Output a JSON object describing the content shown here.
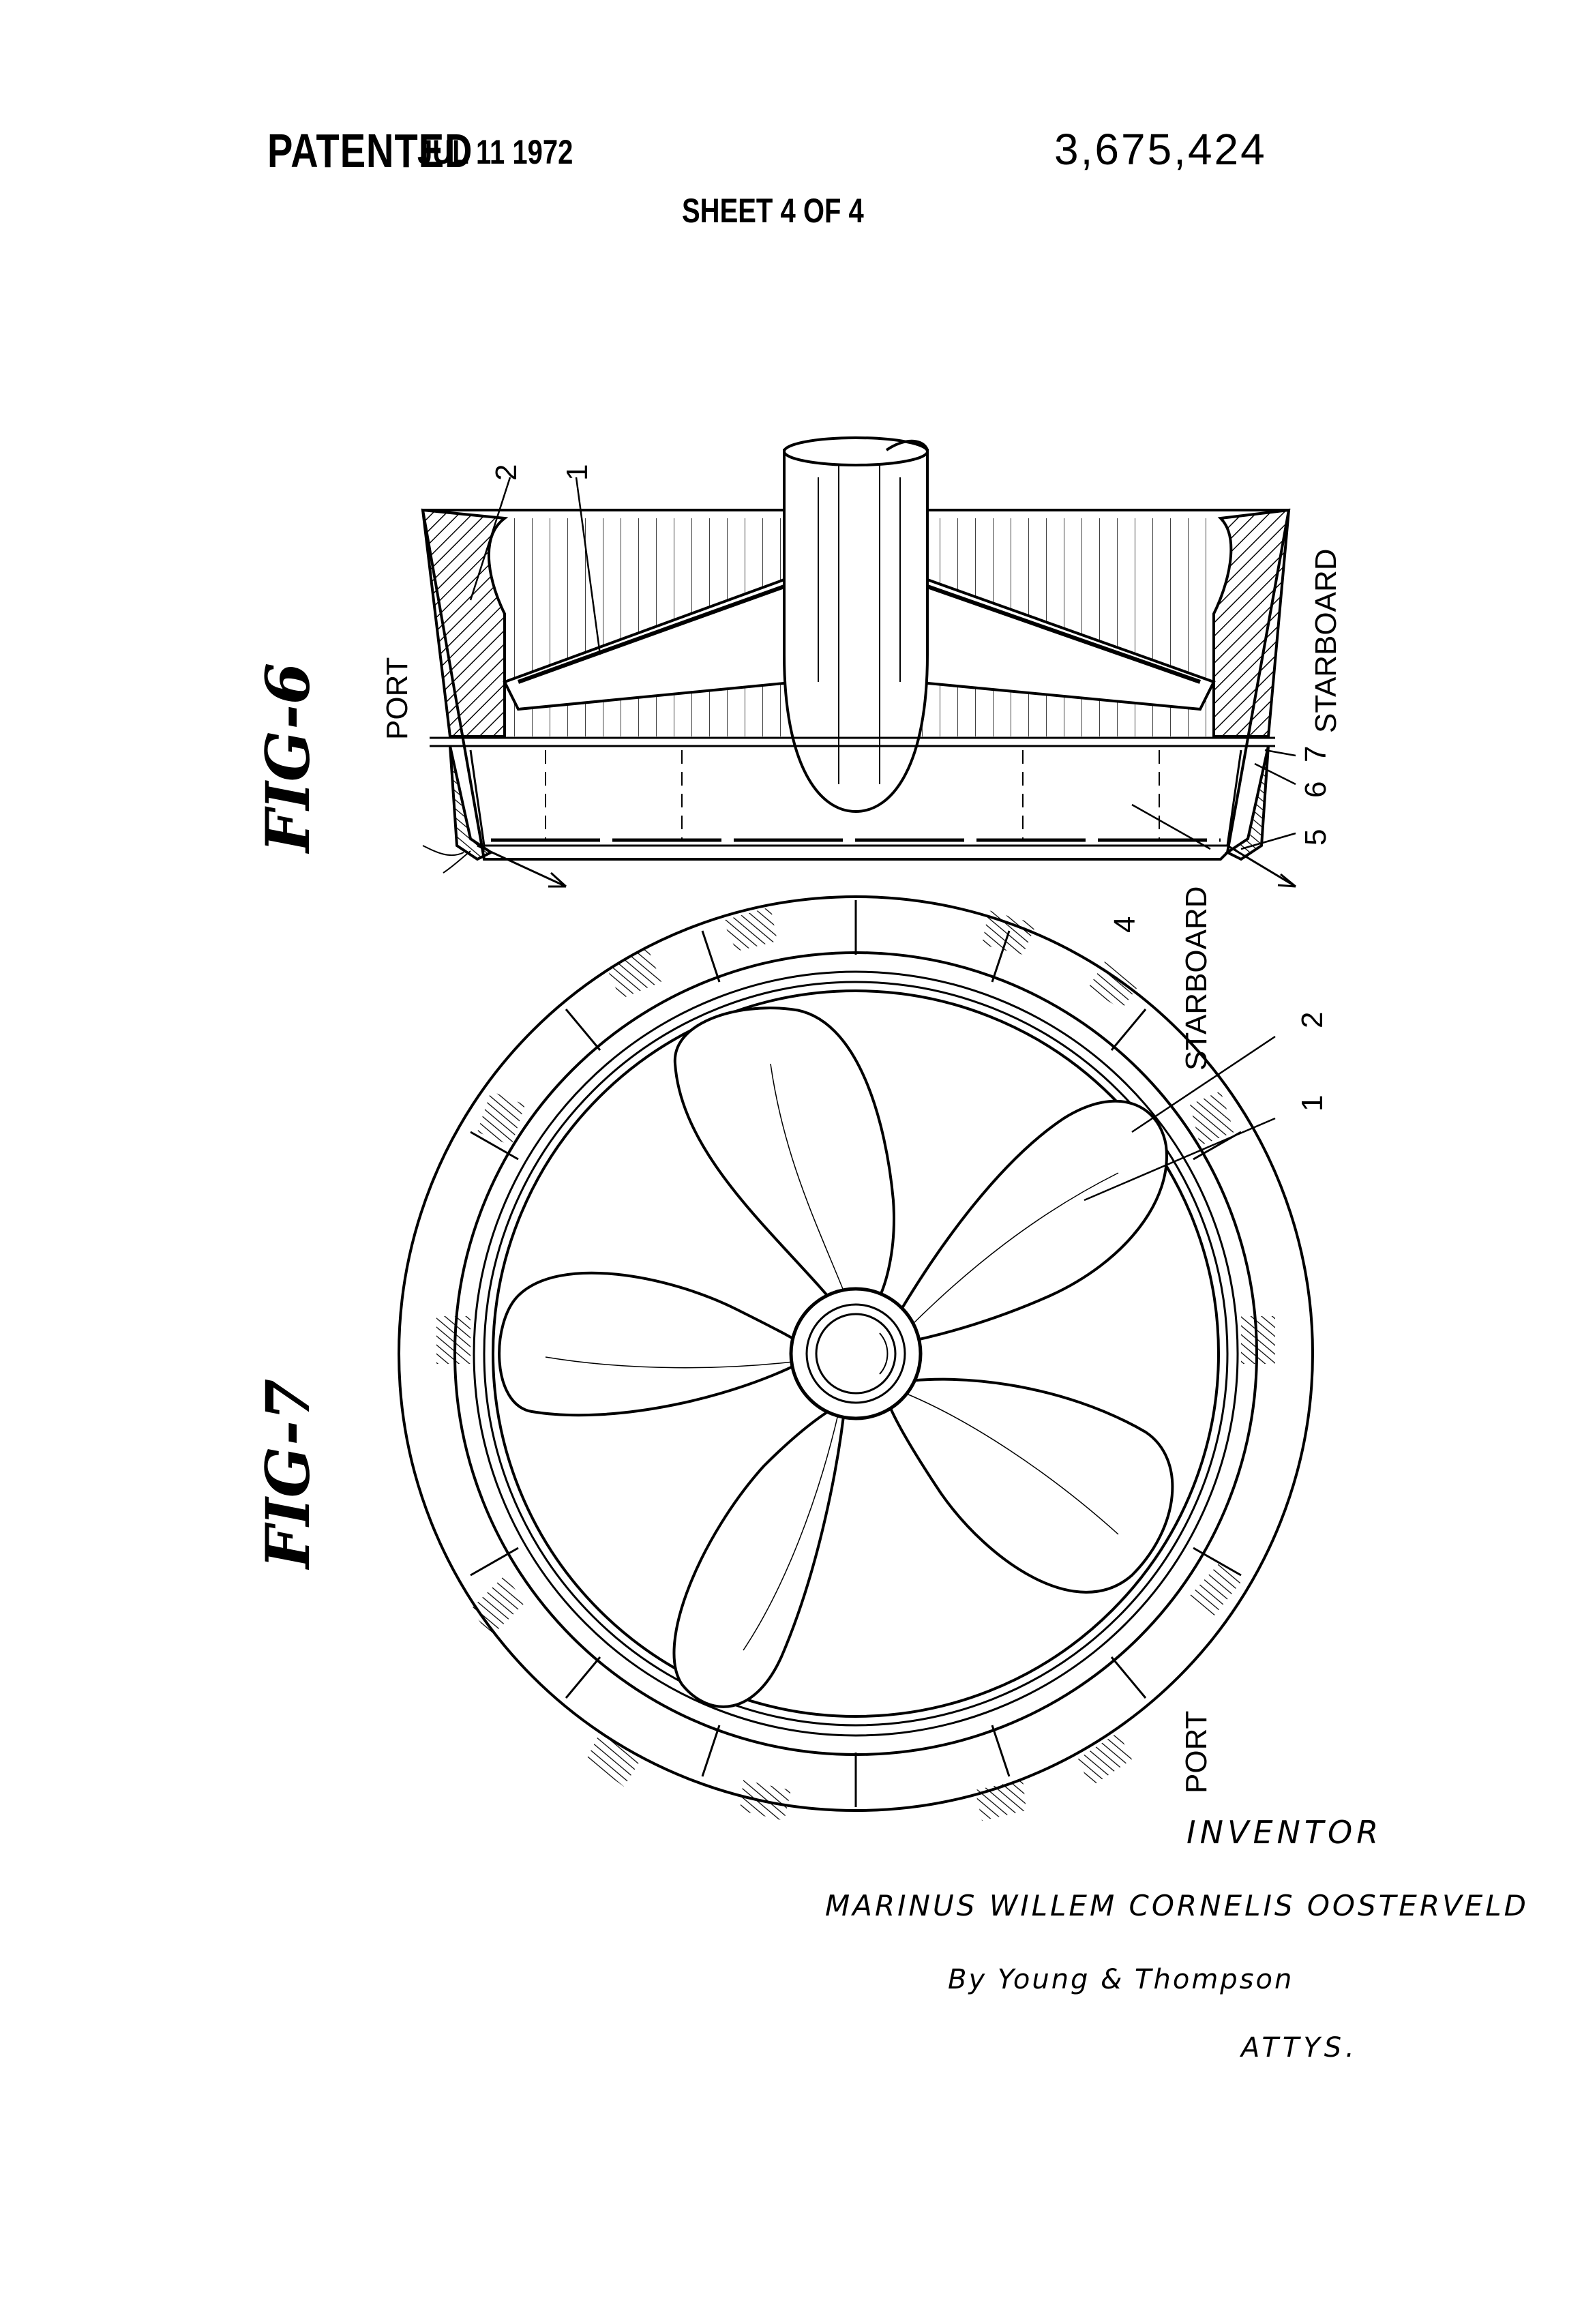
{
  "header": {
    "patented_label": "PATENTED",
    "patent_date": "JUL 11 1972",
    "patent_number": "3,675,424",
    "sheet": "SHEET 4 OF 4"
  },
  "figures": {
    "fig6": {
      "caption": "FIG-6",
      "port_label": "PORT",
      "starboard_label": "STARBOARD",
      "refs": [
        "2",
        "1",
        "4",
        "5",
        "6",
        "7"
      ]
    },
    "fig7": {
      "caption": "FIG-7",
      "starboard_label": "STARBOARD",
      "port_label": "PORT",
      "refs": [
        "2",
        "1"
      ]
    }
  },
  "signature": {
    "inventor_label": "INVENTOR",
    "inventor_name": "MARINUS WILLEM CORNELIS OOSTERVELD",
    "by_line": "By Young & Thompson",
    "attorneys": "ATTYS."
  },
  "colors": {
    "ink": "#000000",
    "paper": "#ffffff"
  }
}
